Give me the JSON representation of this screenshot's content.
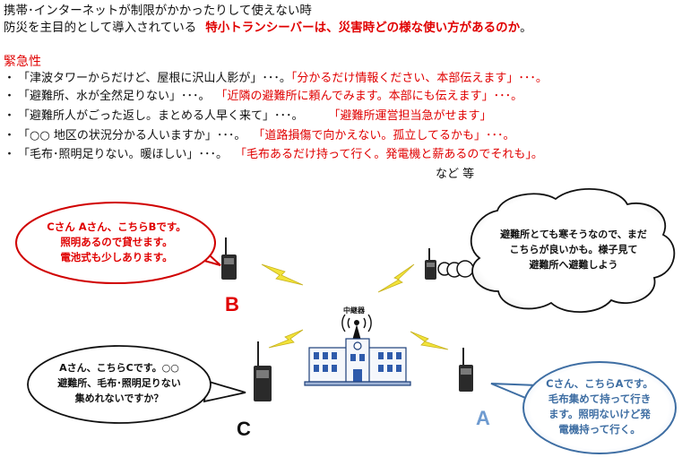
{
  "intro": {
    "line1": "携帯･インターネットが制限がかかったりして使えない時",
    "line2_prefix": "防災を主目的として導入されている",
    "line2_highlight": "特小トランシーバーは、災害時どの様な使い方があるのか",
    "line2_suffix": "。"
  },
  "section_title": "緊急性",
  "examples": [
    {
      "black": "「津波タワーからだけど、屋根に沢山人影が」･･･。",
      "red": "「分かるだけ情報ください、本部伝えます」･･･。"
    },
    {
      "black": "「避難所、水が全然足りない」･･･。",
      "red": "「近隣の避難所に頼んでみます。本部にも伝えます」･･･。"
    },
    {
      "black": "「避難所人がごった返し。まとめる人早く来て」･･･。",
      "red": "「避難所運営担当急がせます」"
    },
    {
      "black": "「○○ 地区の状況分かる人いますか」･･･。",
      "red": "「道路損傷で向かえない。孤立してるかも」･･･。"
    },
    {
      "black": "「毛布･照明足りない。暖ほしい」･･･。",
      "red": "「毛布あるだけ持って行く。発電機と薪あるのでそれも」。"
    }
  ],
  "etc": "など 等",
  "bubbles": {
    "b": [
      "Cさん Aさん、こちらBです。",
      "照明あるので貸せます。",
      "電池式も少しあります。"
    ],
    "thought": [
      "避難所とても寒そうなので、まだ",
      "こちらが良いかも。様子見て",
      "避難所へ避難しよう"
    ],
    "c": [
      "Aさん、こちらCです。○○",
      "避難所、毛布･照明足りない",
      "集めれないですか？"
    ],
    "a": [
      "Cさん、こちらAです。",
      "毛布集めて持って行き",
      "ます。照明ないけど発",
      "電機持って行く。"
    ]
  },
  "labels": {
    "b": "B",
    "c": "C",
    "a": "A",
    "relay": "中継器"
  },
  "colors": {
    "red": "#e00000",
    "blue_label": "#6f9bd0",
    "blue_outline": "#3e6ea3",
    "bolt": "#f2e33a"
  }
}
